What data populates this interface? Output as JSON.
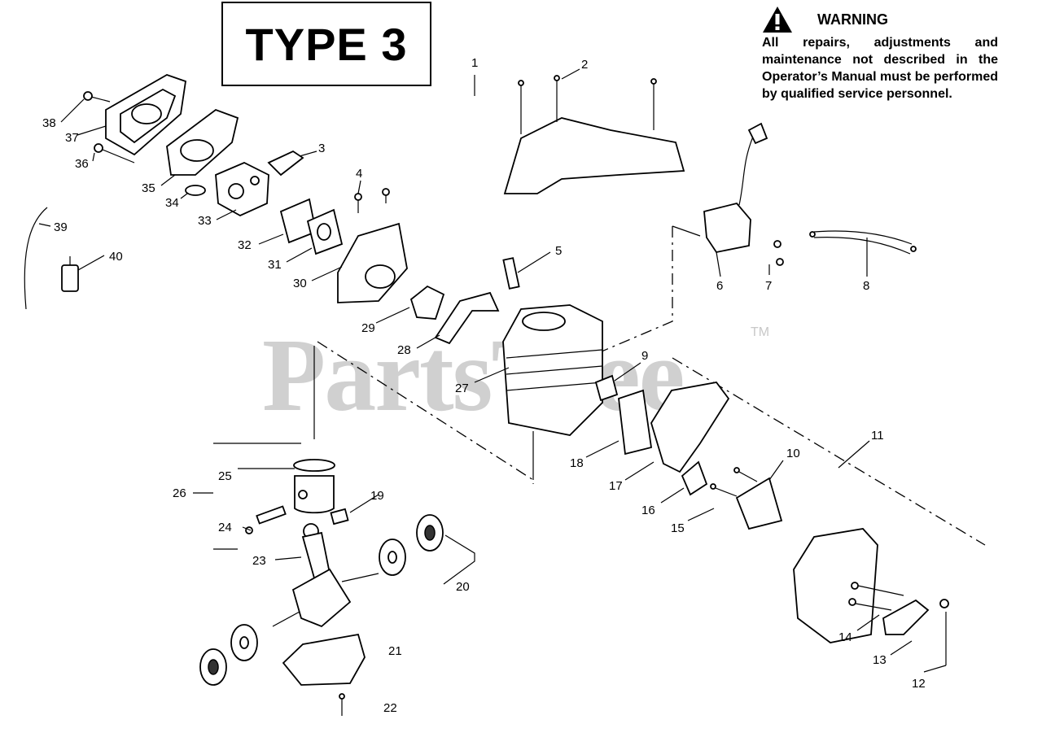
{
  "header": {
    "type_label": "TYPE 3"
  },
  "warning": {
    "title": "WARNING",
    "text": "All repairs, adjustments and maintenance not described in the Operator’s Manual must be performed by qualified service personnel."
  },
  "watermark": {
    "text": "PartsTree",
    "tm": "TM"
  },
  "part_numbers": [
    "1",
    "2",
    "3",
    "4",
    "5",
    "6",
    "7",
    "8",
    "9",
    "10",
    "11",
    "12",
    "13",
    "14",
    "15",
    "16",
    "17",
    "18",
    "19",
    "20",
    "21",
    "22",
    "23",
    "24",
    "25",
    "26",
    "27",
    "28",
    "29",
    "30",
    "31",
    "32",
    "33",
    "34",
    "35",
    "36",
    "37",
    "38",
    "39",
    "40"
  ]
}
